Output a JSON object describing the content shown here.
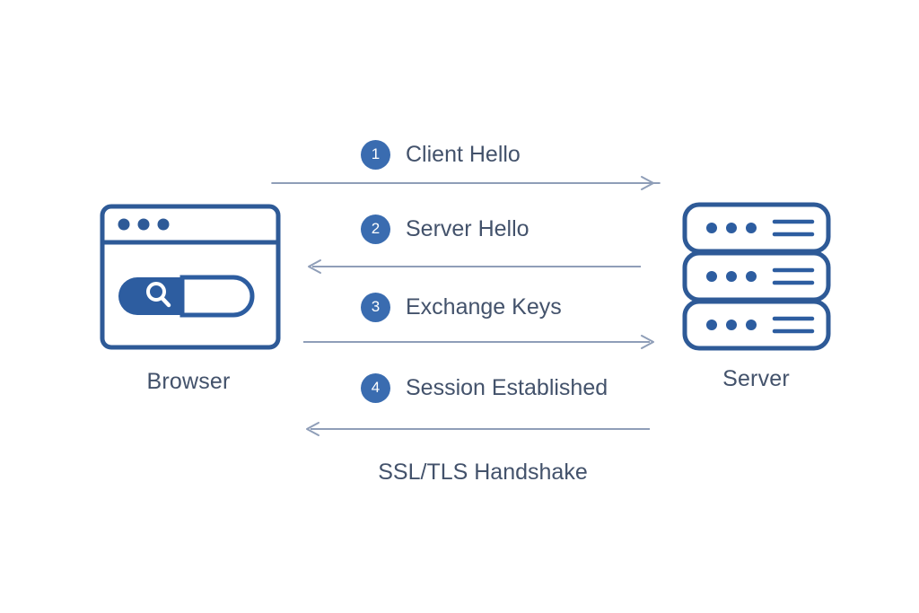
{
  "diagram": {
    "caption": "SSL/TLS Handshake",
    "colors": {
      "badge_fill": "#3a6cb0",
      "badge_text": "#ffffff",
      "text": "#43526b",
      "arrow": "#8f9eb8",
      "icon_stroke": "#2e5a97",
      "icon_fill_accent": "#2d5da0",
      "background": "#ffffff"
    },
    "endpoints": [
      {
        "id": "browser",
        "label": "Browser",
        "icon": "browser-window-icon",
        "parts": [
          "titlebar-dots",
          "search-bar",
          "search-magnifier"
        ]
      },
      {
        "id": "server",
        "label": "Server",
        "icon": "server-stack-icon",
        "units": 3,
        "dots_per_unit": 3,
        "lines_per_unit": 2
      }
    ],
    "messages": [
      {
        "step": "1",
        "label": "Client Hello",
        "direction": "browser-to-server",
        "arrow_name": "arrow-client-hello"
      },
      {
        "step": "2",
        "label": "Server Hello",
        "direction": "server-to-browser",
        "arrow_name": "arrow-server-hello"
      },
      {
        "step": "3",
        "label": "Exchange Keys",
        "direction": "browser-to-server",
        "arrow_name": "arrow-exchange-keys"
      },
      {
        "step": "4",
        "label": "Session Established",
        "direction": "server-to-browser",
        "arrow_name": "arrow-session-established"
      }
    ]
  }
}
